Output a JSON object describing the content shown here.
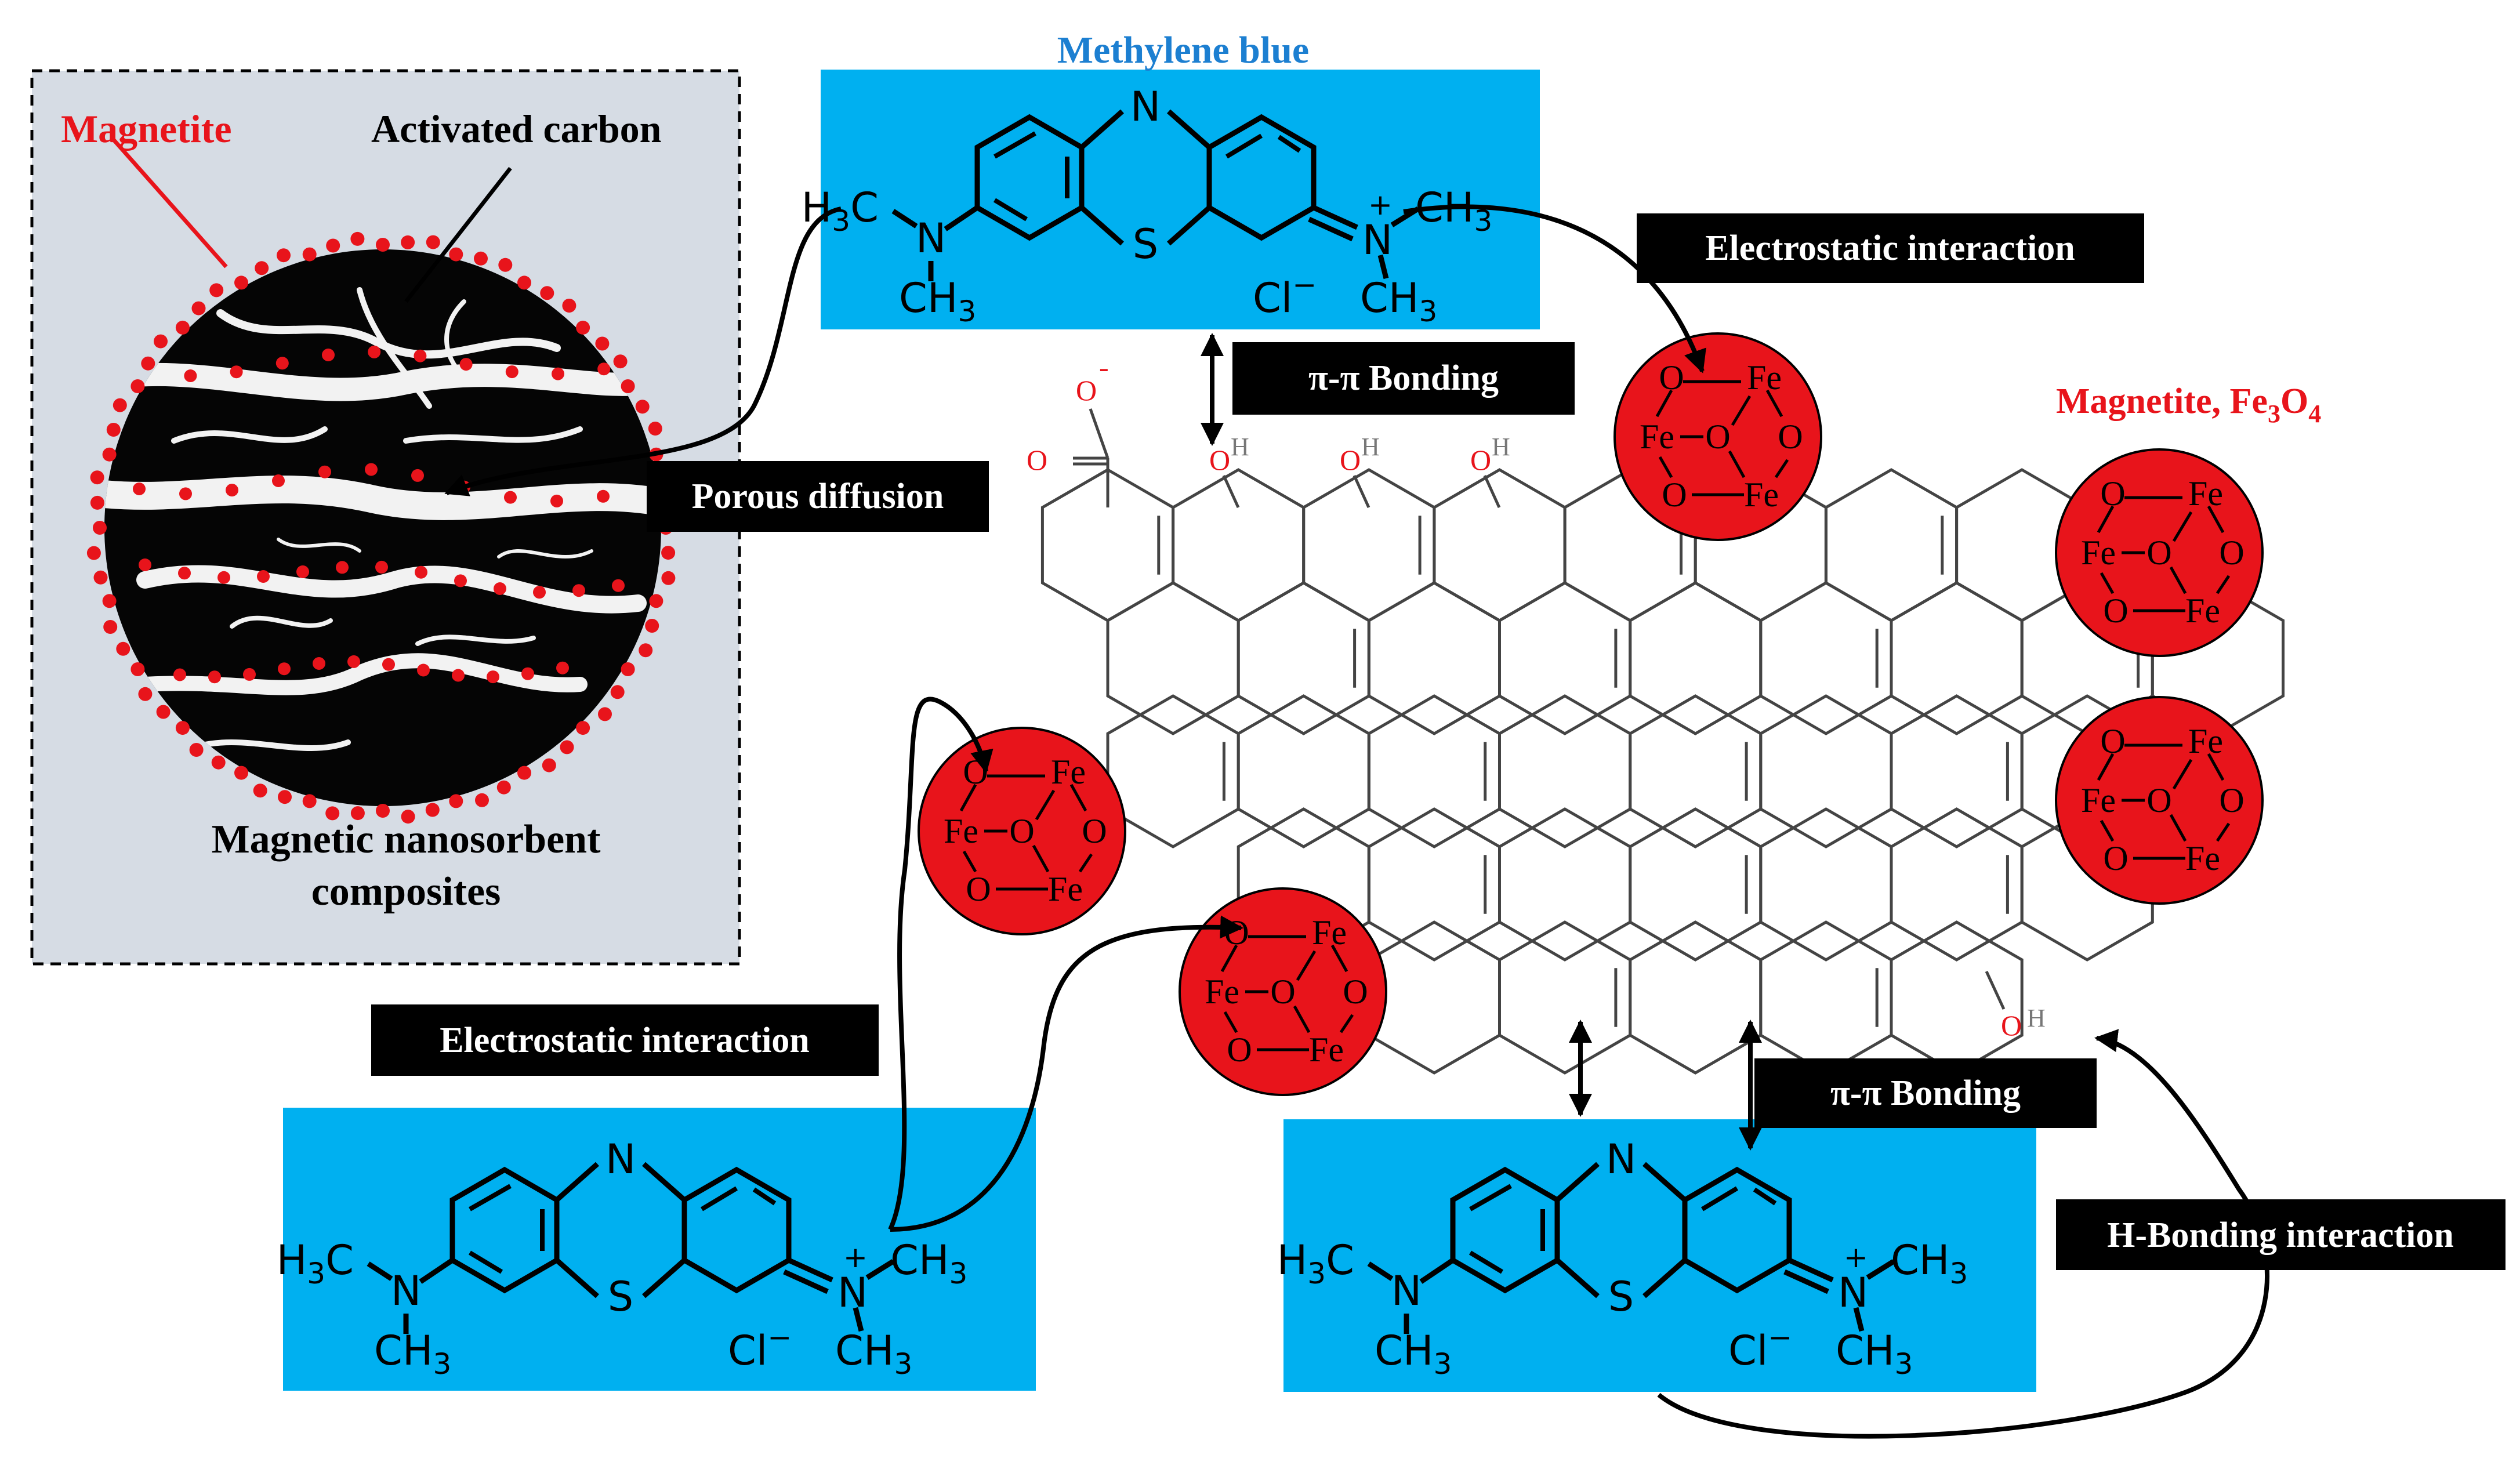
{
  "left_panel": {
    "label_magnetite": "Magnetite",
    "label_activated_carbon": "Activated carbon",
    "caption_line1": "Magnetic nanosorbent",
    "caption_line2": "composites"
  },
  "title_methylene_blue": "Methylene blue",
  "label_fe3o4": {
    "main": "Magnetite, Fe",
    "sub1": "3",
    "mid": "O",
    "sub2": "4"
  },
  "interaction_labels": {
    "electrostatic_top": "Electrostatic interaction",
    "pi_bonding_top": "π-π Bonding",
    "porous_diffusion": "Porous diffusion",
    "electrostatic_bottom": "Electrostatic interaction",
    "pi_bonding_bottom": "π-π Bonding",
    "h_bonding": "H-Bonding interaction"
  },
  "molecule": {
    "n_ring": "N",
    "s_ring": "S",
    "h3c": "H",
    "h3c_sub": "3",
    "h3c_c": "C",
    "n_amine": "N",
    "ch3": "CH",
    "ch3_sub": "3",
    "n_plus": "N",
    "plus": "+",
    "cl": "Cl",
    "cl_minus": "−"
  },
  "fe_cluster": {
    "fe": "Fe",
    "o": "O"
  },
  "graphene": {
    "o_atom": "O",
    "h_atom": "H",
    "minus": "-"
  },
  "colors": {
    "magnetite_red": "#e8141b",
    "methylene_blue_box": "#00b0f0",
    "methylene_blue_title": "#1c7fd1",
    "label_box": "#000000",
    "panel_bg": "#d6dce4"
  }
}
